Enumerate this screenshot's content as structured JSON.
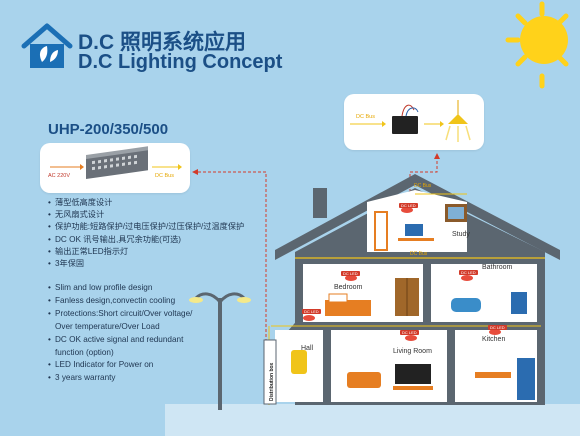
{
  "header": {
    "title_cn": "D.C 照明系统应用",
    "title_en": "D.C Lighting Concept"
  },
  "product": {
    "model": "UHP-200/350/500",
    "input_label": "AC 220V",
    "output_label": "DC Bus"
  },
  "features_cn": [
    "薄型低高度设计",
    "无风扇式设计",
    "保护功能:短路保护/过电压保护/过压保护/过温度保护",
    "DC OK 讯号输出,具冗余功能(可选)",
    "输出正常LED指示灯",
    "3年保固"
  ],
  "features_en": [
    {
      "text": "Slim and low profile design",
      "continued": false
    },
    {
      "text": "Fanless design,convectin cooling",
      "continued": false
    },
    {
      "text": "Protections:Short circuit/Over voltage/",
      "continued": false
    },
    {
      "text": "Over temperature/Over Load",
      "continued": true
    },
    {
      "text": "DC OK active signal and redundant",
      "continued": false
    },
    {
      "text": "function (option)",
      "continued": true
    },
    {
      "text": "LED Indicator for Power on",
      "continued": false
    },
    {
      "text": "3 years warranty",
      "continued": false
    }
  ],
  "driver_card": {
    "bus_label": "DC Bus"
  },
  "house": {
    "dc_bus_labels": [
      "DC Bus",
      "DC Bus"
    ],
    "dc_led_labels": [
      "DC LED",
      "DC LED",
      "DC LED",
      "DC LED",
      "DC LED",
      "DC LED"
    ],
    "rooms": [
      "Study",
      "Bathroom",
      "Bedroom",
      "Hall",
      "Living Room",
      "Kitchen"
    ],
    "distribution_box": "Distribution box"
  },
  "colors": {
    "background": "#a9d3ec",
    "title": "#1b4f86",
    "arrow": "#d23b2a",
    "bus_line": "#f0c419",
    "house_frame": "#5b6670",
    "sun": "#ffd21a"
  }
}
